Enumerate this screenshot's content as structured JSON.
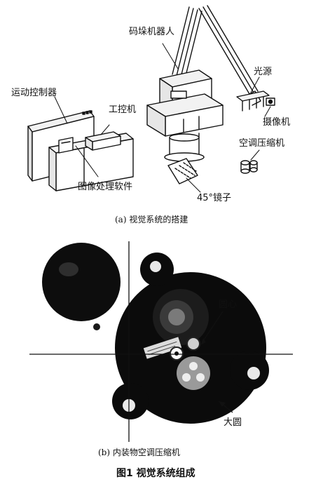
{
  "panel_a": {
    "labels": {
      "motion_controller": "运动控制器",
      "industrial_pc": "工控机",
      "image_software": "图像处理软件",
      "palletizing_robot": "码垛机器人",
      "light_source": "光源",
      "camera": "摄像机",
      "compressor": "空调压缩机",
      "mirror": "45°镜子"
    },
    "caption": "(a)  视觉系统的搭建"
  },
  "panel_b": {
    "labels": {
      "circle_center": "圆心",
      "big_circle": "大圆"
    },
    "caption": "(b)  内装物空调压缩机"
  },
  "figure_title": "图1  视觉系统组成"
}
